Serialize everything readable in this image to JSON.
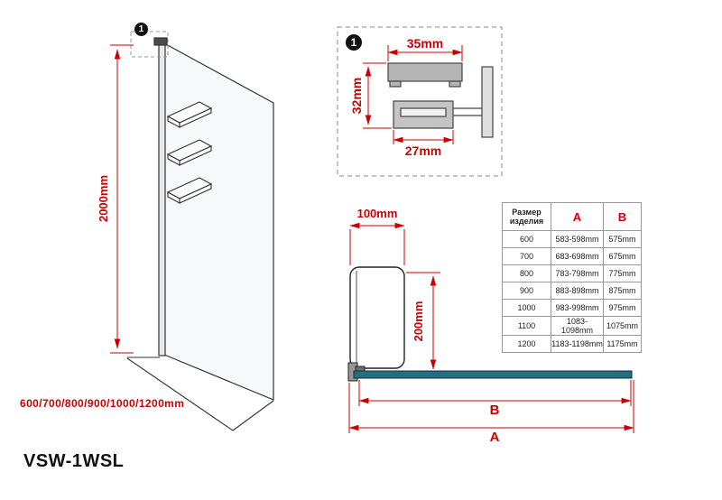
{
  "product": {
    "model_label": "VSW-1WSL"
  },
  "colors": {
    "dimension_red": "#cc0000",
    "line_black": "#333333",
    "bar_teal": "#226f80",
    "profile_gray": "#b5b5b5"
  },
  "panel_view": {
    "callout_number": "1",
    "height_label": "2000mm",
    "width_options_label": "600/700/800/900/1000/1200mm"
  },
  "detail_view": {
    "callout_number": "1",
    "top_width_label": "35mm",
    "side_depth_label": "32mm",
    "bottom_width_label": "27mm"
  },
  "support_view": {
    "bracket_width_label": "100mm",
    "bracket_height_label": "200mm",
    "dim_b_label": "B",
    "dim_a_label": "A"
  },
  "size_table": {
    "headers": [
      "Размер изделия",
      "A",
      "B"
    ],
    "rows": [
      [
        "600",
        "583-598mm",
        "575mm"
      ],
      [
        "700",
        "683-698mm",
        "675mm"
      ],
      [
        "800",
        "783-798mm",
        "775mm"
      ],
      [
        "900",
        "883-898mm",
        "875mm"
      ],
      [
        "1000",
        "983-998mm",
        "975mm"
      ],
      [
        "1100",
        "1083-1098mm",
        "1075mm"
      ],
      [
        "1200",
        "1183-1198mm",
        "1175mm"
      ]
    ]
  }
}
